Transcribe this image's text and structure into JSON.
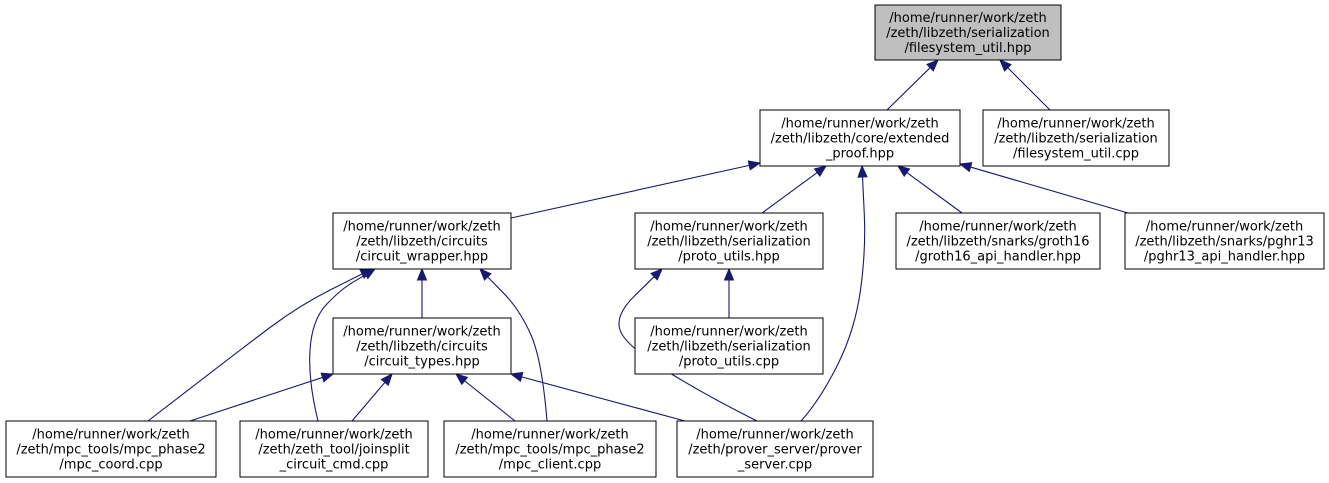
{
  "diagram": {
    "nodes": [
      {
        "id": "filesystem_util_hpp",
        "lines": [
          "/home/runner/work/zeth",
          "/zeth/libzeth/serialization",
          "/filesystem_util.hpp"
        ],
        "root": true
      },
      {
        "id": "extended_proof_hpp",
        "lines": [
          "/home/runner/work/zeth",
          "/zeth/libzeth/core/extended",
          "_proof.hpp"
        ]
      },
      {
        "id": "filesystem_util_cpp",
        "lines": [
          "/home/runner/work/zeth",
          "/zeth/libzeth/serialization",
          "/filesystem_util.cpp"
        ]
      },
      {
        "id": "circuit_wrapper_hpp",
        "lines": [
          "/home/runner/work/zeth",
          "/zeth/libzeth/circuits",
          "/circuit_wrapper.hpp"
        ]
      },
      {
        "id": "proto_utils_hpp",
        "lines": [
          "/home/runner/work/zeth",
          "/zeth/libzeth/serialization",
          "/proto_utils.hpp"
        ]
      },
      {
        "id": "groth16_api_handler_hpp",
        "lines": [
          "/home/runner/work/zeth",
          "/zeth/libzeth/snarks/groth16",
          "/groth16_api_handler.hpp"
        ]
      },
      {
        "id": "pghr13_api_handler_hpp",
        "lines": [
          "/home/runner/work/zeth",
          "/zeth/libzeth/snarks/pghr13",
          "/pghr13_api_handler.hpp"
        ]
      },
      {
        "id": "circuit_types_hpp",
        "lines": [
          "/home/runner/work/zeth",
          "/zeth/libzeth/circuits",
          "/circuit_types.hpp"
        ]
      },
      {
        "id": "proto_utils_cpp",
        "lines": [
          "/home/runner/work/zeth",
          "/zeth/libzeth/serialization",
          "/proto_utils.cpp"
        ]
      },
      {
        "id": "mpc_coord_cpp",
        "lines": [
          "/home/runner/work/zeth",
          "/zeth/mpc_tools/mpc_phase2",
          "/mpc_coord.cpp"
        ]
      },
      {
        "id": "joinsplit_circuit_cmd_cpp",
        "lines": [
          "/home/runner/work/zeth",
          "/zeth/zeth_tool/joinsplit",
          "_circuit_cmd.cpp"
        ]
      },
      {
        "id": "mpc_client_cpp",
        "lines": [
          "/home/runner/work/zeth",
          "/zeth/mpc_tools/mpc_phase2",
          "/mpc_client.cpp"
        ]
      },
      {
        "id": "prover_server_cpp",
        "lines": [
          "/home/runner/work/zeth",
          "/zeth/prover_server/prover",
          "_server.cpp"
        ]
      }
    ],
    "edges": [
      {
        "from": "extended_proof_hpp",
        "to": "filesystem_util_hpp"
      },
      {
        "from": "filesystem_util_cpp",
        "to": "filesystem_util_hpp"
      },
      {
        "from": "circuit_wrapper_hpp",
        "to": "extended_proof_hpp"
      },
      {
        "from": "proto_utils_hpp",
        "to": "extended_proof_hpp"
      },
      {
        "from": "prover_server_cpp",
        "to": "extended_proof_hpp"
      },
      {
        "from": "groth16_api_handler_hpp",
        "to": "extended_proof_hpp"
      },
      {
        "from": "pghr13_api_handler_hpp",
        "to": "extended_proof_hpp"
      },
      {
        "from": "mpc_coord_cpp",
        "to": "circuit_wrapper_hpp"
      },
      {
        "from": "joinsplit_circuit_cmd_cpp",
        "to": "circuit_wrapper_hpp"
      },
      {
        "from": "circuit_types_hpp",
        "to": "circuit_wrapper_hpp"
      },
      {
        "from": "mpc_client_cpp",
        "to": "circuit_wrapper_hpp"
      },
      {
        "from": "proto_utils_cpp",
        "to": "proto_utils_hpp"
      },
      {
        "from": "prover_server_cpp",
        "to": "proto_utils_hpp"
      },
      {
        "from": "mpc_coord_cpp",
        "to": "circuit_types_hpp"
      },
      {
        "from": "joinsplit_circuit_cmd_cpp",
        "to": "circuit_types_hpp"
      },
      {
        "from": "mpc_client_cpp",
        "to": "circuit_types_hpp"
      },
      {
        "from": "prover_server_cpp",
        "to": "circuit_types_hpp"
      }
    ],
    "colors": {
      "edge": "#191970",
      "root_fill": "#bfbfbf",
      "node_fill": "#ffffff",
      "node_border": "#000000"
    }
  }
}
